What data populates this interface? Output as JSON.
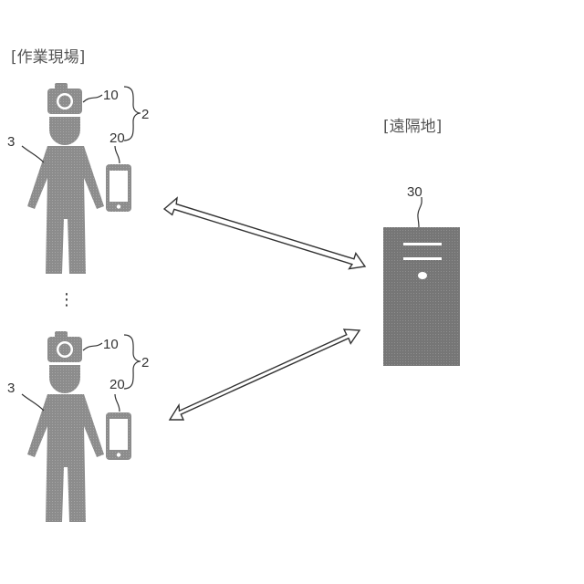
{
  "site_label": "[作業現場]",
  "remote_label": "[遠隔地]",
  "workers": [
    {
      "camera_ref": "10",
      "group_ref": "2",
      "phone_ref": "20",
      "person_ref": "3"
    },
    {
      "camera_ref": "10",
      "group_ref": "2",
      "phone_ref": "20",
      "person_ref": "3"
    }
  ],
  "ellipsis": "⋮",
  "server_ref": "30",
  "colors": {
    "figure": "#8a8a8a",
    "line": "#333333",
    "server_body": "#7a7a7a"
  },
  "icons": [
    "camera-icon",
    "smartphone-icon",
    "person-icon",
    "server-icon",
    "double-arrow-icon"
  ]
}
